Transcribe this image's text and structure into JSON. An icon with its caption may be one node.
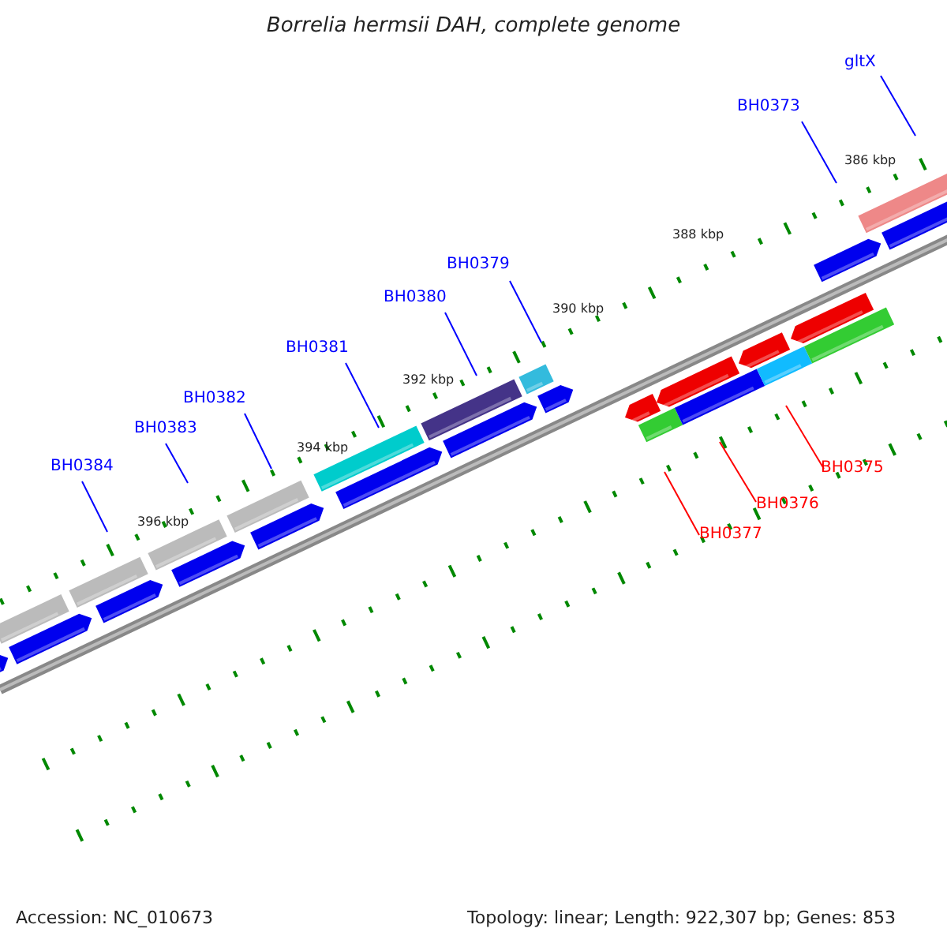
{
  "diagram": {
    "title": "Borrelia hermsii DAH, complete genome",
    "nodes": [
      {
        "text": [
          "gltX"
        ]
      },
      {
        "text": [
          "BH0373"
        ]
      },
      {
        "text": [
          "BH0379"
        ]
      },
      {
        "text": [
          "BH0380"
        ]
      },
      {
        "text": [
          "BH0381"
        ]
      },
      {
        "text": [
          "BH0382"
        ]
      },
      {
        "text": [
          "BH0383"
        ]
      },
      {
        "text": [
          "BH0384"
        ]
      },
      {
        "text": [
          "BH0375"
        ]
      },
      {
        "text": [
          "BH0376"
        ]
      },
      {
        "text": [
          "BH0377"
        ]
      }
    ],
    "edges": [
      {
        "from": 0,
        "to": null,
        "arrow": "none"
      },
      {
        "from": 1,
        "to": null,
        "arrow": "none"
      },
      {
        "from": 2,
        "to": null,
        "arrow": "none"
      },
      {
        "from": 3,
        "to": null,
        "arrow": "none"
      },
      {
        "from": 4,
        "to": null,
        "arrow": "none"
      },
      {
        "from": 5,
        "to": null,
        "arrow": "none"
      },
      {
        "from": 6,
        "to": null,
        "arrow": "none"
      },
      {
        "from": 7,
        "to": null,
        "arrow": "none"
      },
      {
        "from": 8,
        "to": null,
        "arrow": "none",
        "color": "#ff0000"
      },
      {
        "from": 9,
        "to": null,
        "arrow": "none",
        "color": "#ff0000"
      },
      {
        "from": 10,
        "to": null,
        "arrow": "none",
        "color": "#ff0000"
      }
    ],
    "labels": [
      "386 kbp",
      "388 kbp",
      "390 kbp",
      "392 kbp",
      "394 kbp",
      "396 kbp",
      "Accession: NC_010673",
      "Topology: linear; Length: 922,307 bp; Genes: 853"
    ]
  }
}
